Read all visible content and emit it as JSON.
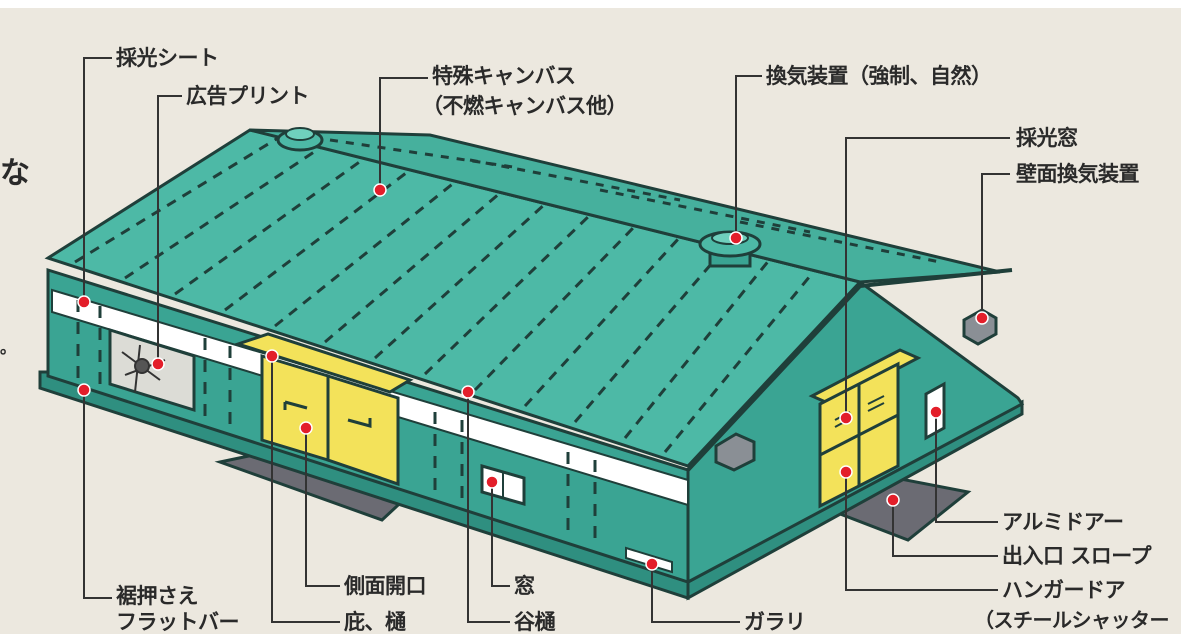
{
  "colors": {
    "background": "#ece8df",
    "roof": "#4db9a6",
    "wall": "#3aa493",
    "outline": "#1f3f3a",
    "door": "#f3e25a",
    "slope": "#6b6b73",
    "leader": "#e31e2a",
    "band": "#ffffff"
  },
  "edge_text": {
    "na": "な",
    "dot": "。"
  },
  "labels": {
    "saikou_sheet": "採光シート",
    "koukoku_print": "広告プリント",
    "tokushu_canvas": "特殊キャンバス",
    "funen_canvas": "（不燃キャンバス他）",
    "kanki_souchi": "換気装置（強制、自然）",
    "saikou_mado": "採光窓",
    "hekimen_kanki": "壁面換気装置",
    "alumi_door": "アルミドアー",
    "deiriguchi_slope": "出入口 スロープ",
    "hangar_door": "ハンガードア",
    "steel_shutter": "（スチールシャッター",
    "garari": "ガラリ",
    "tanidoi": "谷樋",
    "mado": "窓",
    "hisashi_toi": "庇、樋",
    "sokumen_kaikou": "側面開口",
    "susoosae": "裾押さえ",
    "flat_bar": "フラットバー"
  }
}
